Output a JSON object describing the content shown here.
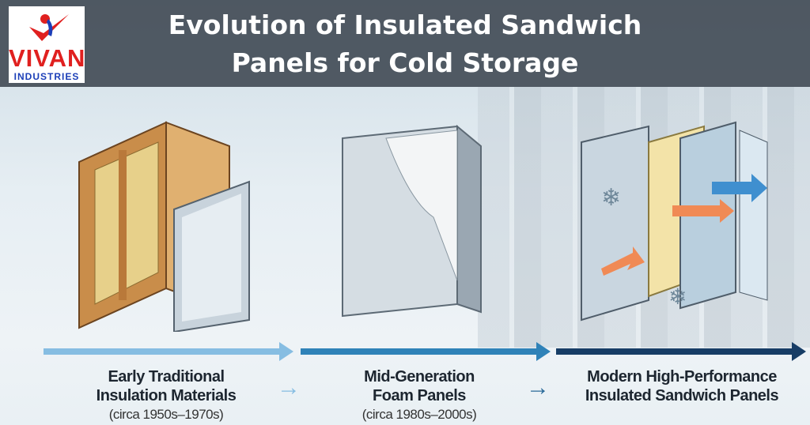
{
  "header": {
    "title_line1": "Evolution of Insulated Sandwich",
    "title_line2": "Panels for Cold Storage",
    "logo": {
      "brand": "VIVAN",
      "tagline": "INDUSTRIES"
    }
  },
  "stages": [
    {
      "title_line1": "Early Traditional",
      "title_line2": "Insulation Materials",
      "period": "(circa 1950s–1970s)"
    },
    {
      "title_line1": "Mid-Generation",
      "title_line2": "Foam Panels",
      "period": "(circa 1980s–2000s)"
    },
    {
      "title_line1": "Modern High-Performance",
      "title_line2": "Insulated Sandwich Panels",
      "period": ""
    }
  ],
  "colors": {
    "timeline1": "#86bde2",
    "timeline2": "#2f82b8",
    "timeline3": "#173d66",
    "logo_red": "#e0201f",
    "logo_blue": "#1c3fb8"
  }
}
